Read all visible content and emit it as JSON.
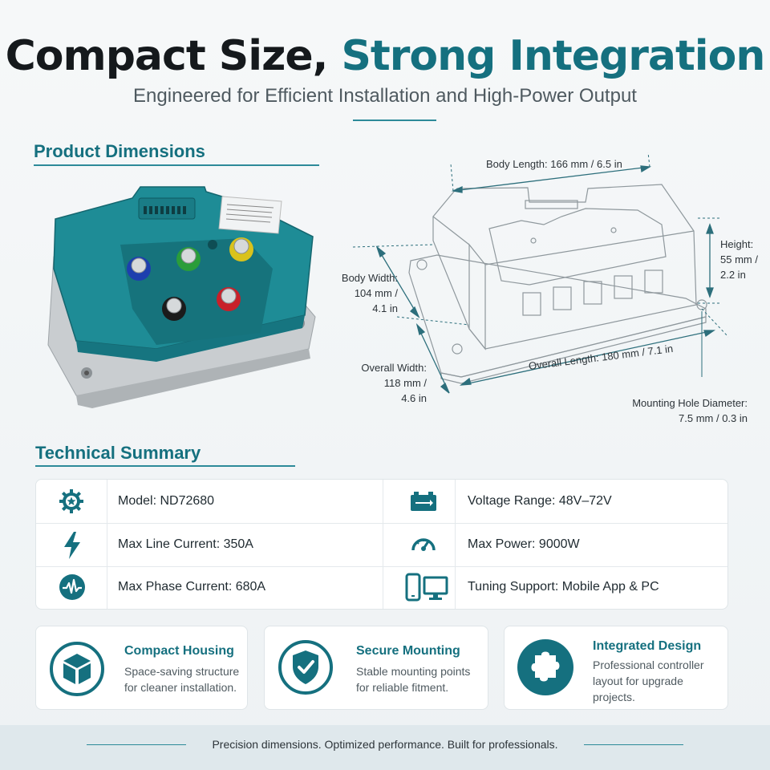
{
  "header": {
    "title_part1": "Compact Size,",
    "title_part2": "Strong Integration",
    "subtitle": "Engineered for Efficient Installation and High-Power Output"
  },
  "dimensions": {
    "heading": "Product Dimensions",
    "body_length": "Body Length: 166 mm / 6.5 in",
    "body_width": [
      "Body Width:",
      "104 mm /",
      "4.1 in"
    ],
    "height": [
      "Height:",
      "55 mm /",
      "2.2 in"
    ],
    "overall_width": [
      "Overall Width:",
      "118 mm /",
      "4.6 in"
    ],
    "overall_length": "Overall Length: 180 mm / 7.1 in",
    "mounting_hole": [
      "Mounting Hole Diameter:",
      "7.5 mm / 0.3 in"
    ]
  },
  "summary": {
    "heading": "Technical Summary",
    "rows": [
      {
        "icon": "gear-icon",
        "text": "Model: ND72680"
      },
      {
        "icon": "battery-icon",
        "text": "Voltage Range: 48V–72V"
      },
      {
        "icon": "lightning-icon",
        "text": "Max Line Current: 350A"
      },
      {
        "icon": "gauge-icon",
        "text": "Max Power: 9000W"
      },
      {
        "icon": "waveform-icon",
        "text": "Max Phase Current: 680A"
      },
      {
        "icon": "phone-monitor-icon",
        "text": "Tuning Support: Mobile App & PC"
      }
    ]
  },
  "features": [
    {
      "icon": "box-icon",
      "title": "Compact Housing",
      "desc": [
        "Space-saving structure",
        "for cleaner installation."
      ]
    },
    {
      "icon": "shield-check-icon",
      "title": "Secure Mounting",
      "desc": [
        "Stable mounting points",
        "for reliable fitment."
      ]
    },
    {
      "icon": "puzzle-icon",
      "title": "Integrated Design",
      "desc": [
        "Professional controller",
        "layout for upgrade",
        "projects."
      ]
    }
  ],
  "footer": {
    "text": "Precision dimensions. Optimized performance. Built for professionals."
  },
  "colors": {
    "accent": "#15707f",
    "teal_body": "#1e8c96",
    "title_dark": "#15191c"
  }
}
